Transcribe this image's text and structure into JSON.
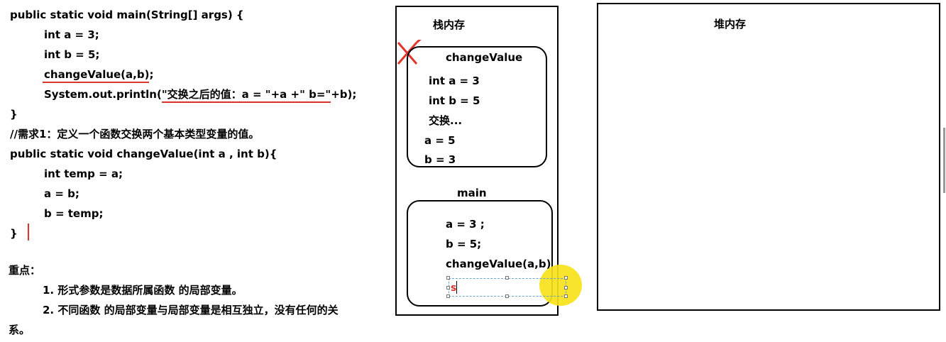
{
  "colors": {
    "underline": "#d9352c",
    "cross": "#e0352b",
    "highlight": "#f7e21a",
    "selection": "#6aa4c8"
  },
  "code": {
    "lines": [
      "public static void main(String[] args) {",
      "int a = 3;",
      "int b = 5;",
      "changeValue(a,b);",
      "System.out.println(\"交换之后的值：a = \"+a +\" b=\"+b);",
      "}",
      "//需求1：定义一个函数交换两个基本类型变量的值。",
      "public static void changeValue(int a , int b){",
      "int temp = a;",
      "a = b;",
      "b = temp;",
      "}"
    ]
  },
  "notes": {
    "heading": "重点：",
    "point1": "1. 形式参数是数据所属函数 的局部变量。",
    "point2_line1": "2. 不同函数 的局部变量与局部变量是相互独立，没有任何的关",
    "point2_line2": "系。"
  },
  "stack": {
    "title": "栈内存",
    "frame_change": {
      "title": "changeValue",
      "lines": [
        "int a = 3",
        "int b = 5",
        "交换...",
        "a = 5",
        "b = 3"
      ]
    },
    "frame_main": {
      "title": "main",
      "lines": [
        "a = 3 ;",
        "b = 5;",
        "changeValue(a,b)"
      ],
      "editing_text": "s"
    }
  },
  "heap": {
    "title": "堆内存"
  }
}
